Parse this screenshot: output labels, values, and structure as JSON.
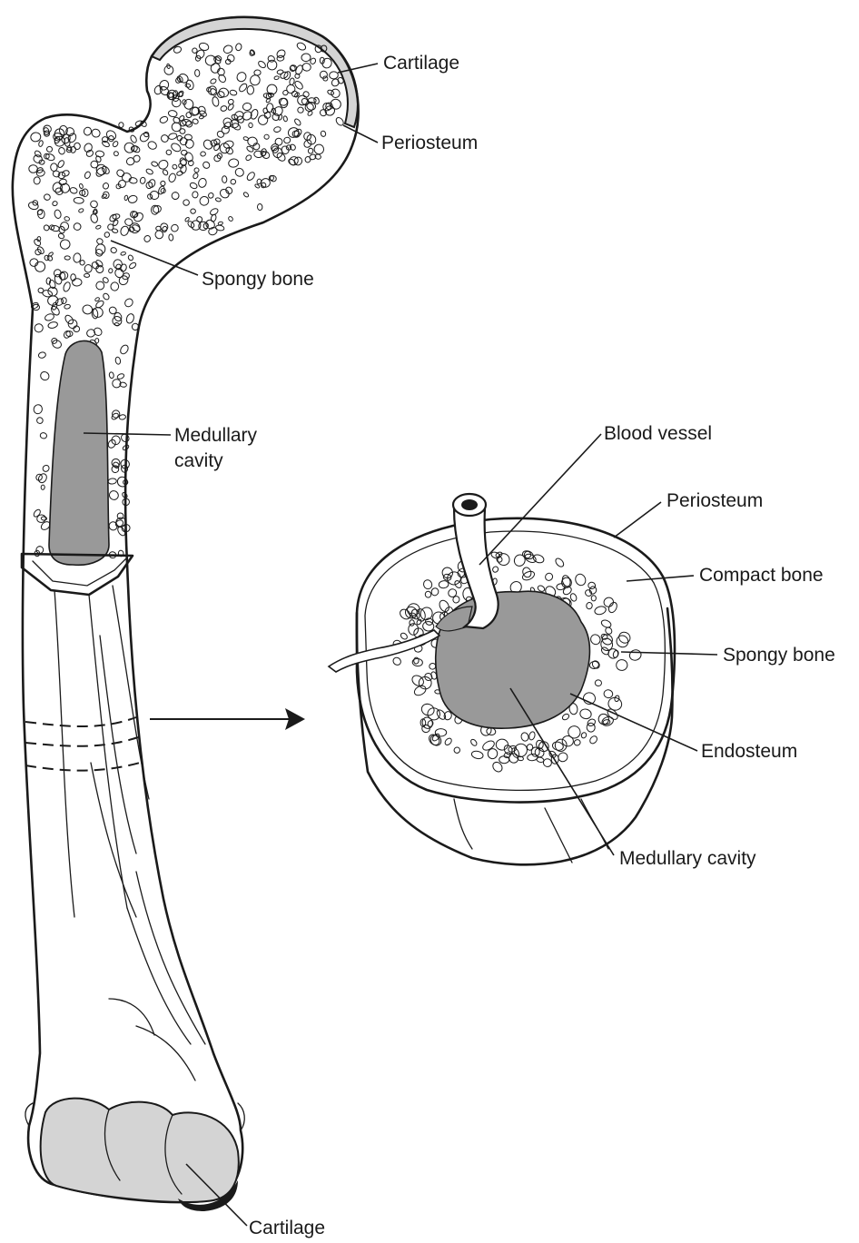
{
  "labels": {
    "cartilage_top": "Cartilage",
    "periosteum_top": "Periosteum",
    "spongy_bone_left": "Spongy bone",
    "medullary_cavity_line1": "Medullary",
    "medullary_cavity_line2": "cavity",
    "blood_vessel": "Blood vessel",
    "periosteum_section": "Periosteum",
    "compact_bone": "Compact bone",
    "spongy_bone_section": "Spongy bone",
    "endosteum": "Endosteum",
    "medullary_cavity_section": "Medullary cavity",
    "cartilage_bottom": "Cartilage"
  },
  "colors": {
    "line": "#1a1a1a",
    "cavity_gray": "#999999",
    "cartilage_gray": "#d4d4d4"
  }
}
